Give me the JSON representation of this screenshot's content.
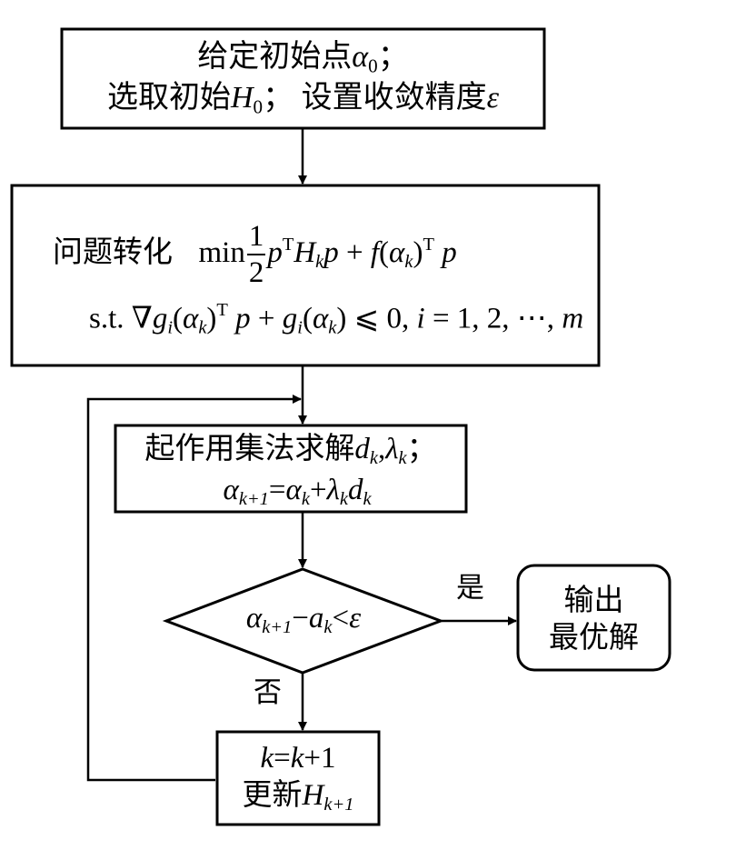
{
  "diagram": {
    "type": "flowchart",
    "nodes": {
      "init": {
        "line1_cn": "给定初始点",
        "line1_var": "α",
        "line1_sub": "0",
        "line1_end": "；",
        "line2_cn": "选取初始",
        "line2_var": "H",
        "line2_sub": "0",
        "line2_mid": "；  设置收敛精度",
        "line2_eps": "ε"
      },
      "transform": {
        "label": "问题转化",
        "min": "min",
        "frac_num": "1",
        "frac_den": "2",
        "obj_p1": "p",
        "obj_T1": "T",
        "obj_H": "H",
        "obj_Hsub": "k",
        "obj_p2": "p",
        "obj_plus": " + ",
        "obj_f": "f",
        "obj_open": "(",
        "obj_alpha": "α",
        "obj_alpha_sub": "k",
        "obj_close": ")",
        "obj_T2": "T",
        "obj_p3": " p",
        "st": "s.t.",
        "c_nabla": "∇",
        "c_g1": "g",
        "c_g1_sub": "i",
        "c_open1": "(",
        "c_alpha1": "α",
        "c_alpha1_sub": "k",
        "c_close1": ")",
        "c_T": "T",
        "c_p": " p",
        "c_plus": " + ",
        "c_g2": "g",
        "c_g2_sub": "i",
        "c_open2": "(",
        "c_alpha2": "α",
        "c_alpha2_sub": "k",
        "c_close2": ")",
        "c_leq": " ⩽ 0, ",
        "c_i": "i",
        "c_eq": " = 1, 2, ⋯, ",
        "c_m": "m"
      },
      "solve": {
        "line1_cn": "起作用集法求解",
        "line1_d": "d",
        "line1_dsub": "k",
        "line1_comma": ",",
        "line1_l": "λ",
        "line1_lsub": "k",
        "line1_end": "；",
        "l2_a1": "α",
        "l2_a1sub": "k+1",
        "l2_eq": "=",
        "l2_a2": "α",
        "l2_a2sub": "k",
        "l2_plus": "+",
        "l2_l": "λ",
        "l2_lsub": "k",
        "l2_d": "d",
        "l2_dsub": "k"
      },
      "decision": {
        "a1": "α",
        "a1sub": "k+1",
        "minus": "−",
        "a2": "a",
        "a2sub": "k",
        "lt": "<",
        "eps": "ε"
      },
      "output": {
        "line1": "输出",
        "line2": "最优解"
      },
      "update": {
        "l1_k1": "k",
        "l1_eq": "=",
        "l1_k2": "k",
        "l1_rest": "+1",
        "l2_cn": "更新",
        "l2_H": "H",
        "l2_Hsub": "k+1"
      }
    },
    "edge_labels": {
      "yes": "是",
      "no": "否"
    },
    "edges": [
      {
        "from": "init",
        "to": "transform"
      },
      {
        "from": "transform",
        "to": "solve"
      },
      {
        "from": "solve",
        "to": "decision"
      },
      {
        "from": "decision",
        "to": "output",
        "label": "是"
      },
      {
        "from": "decision",
        "to": "update",
        "label": "否"
      },
      {
        "from": "update",
        "to": "solve",
        "type": "loop-back"
      }
    ]
  }
}
